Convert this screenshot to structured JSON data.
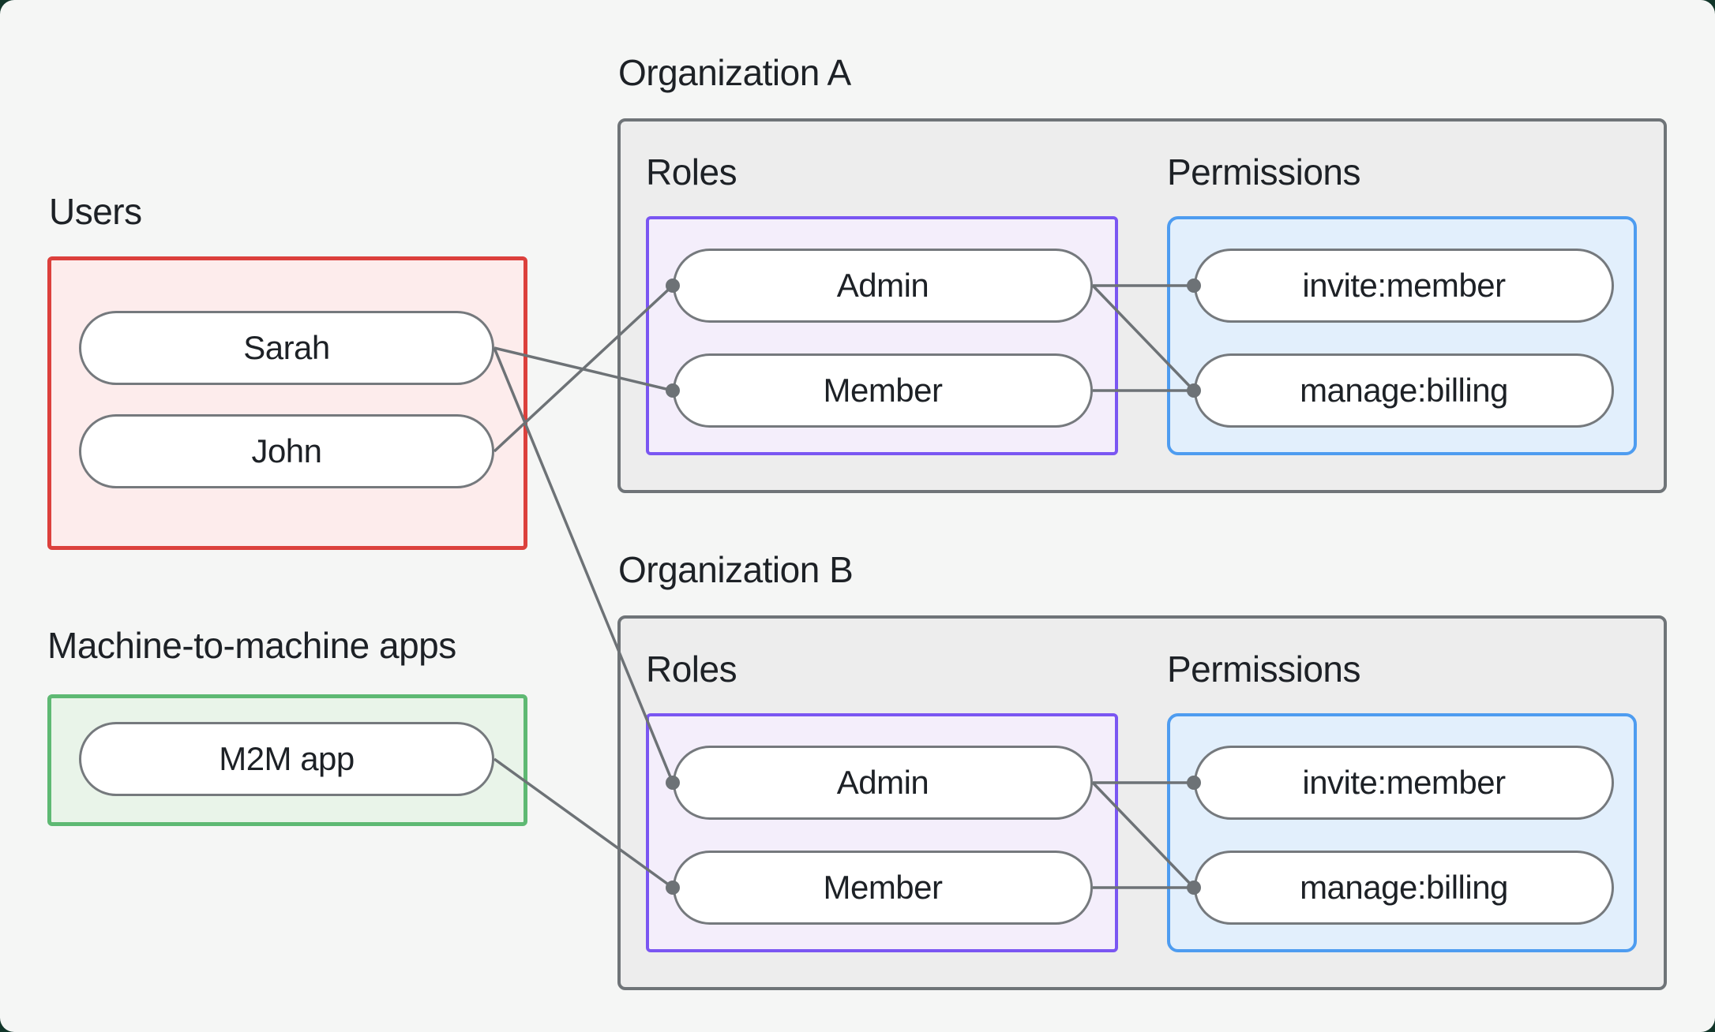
{
  "diagram": {
    "users": {
      "label": "Users",
      "items": [
        {
          "name": "Sarah"
        },
        {
          "name": "John"
        }
      ]
    },
    "m2m": {
      "label": "Machine-to-machine apps",
      "items": [
        {
          "name": "M2M app"
        }
      ]
    },
    "organizations": [
      {
        "label": "Organization A",
        "roles_label": "Roles",
        "permissions_label": "Permissions",
        "roles": [
          {
            "name": "Admin"
          },
          {
            "name": "Member"
          }
        ],
        "permissions": [
          {
            "name": "invite:member"
          },
          {
            "name": "manage:billing"
          }
        ]
      },
      {
        "label": "Organization B",
        "roles_label": "Roles",
        "permissions_label": "Permissions",
        "roles": [
          {
            "name": "Admin"
          },
          {
            "name": "Member"
          }
        ],
        "permissions": [
          {
            "name": "invite:member"
          },
          {
            "name": "manage:billing"
          }
        ]
      }
    ],
    "edges": [
      {
        "from": "Sarah",
        "to": "Organization A / Member"
      },
      {
        "from": "John",
        "to": "Organization A / Admin"
      },
      {
        "from": "Sarah",
        "to": "Organization B / Admin"
      },
      {
        "from": "M2M app",
        "to": "Organization B / Member"
      },
      {
        "from": "Organization A / Admin",
        "to": "Organization A / invite:member"
      },
      {
        "from": "Organization A / Admin",
        "to": "Organization A / manage:billing"
      },
      {
        "from": "Organization A / Member",
        "to": "Organization A / manage:billing"
      },
      {
        "from": "Organization B / Admin",
        "to": "Organization B / invite:member"
      },
      {
        "from": "Organization B / Admin",
        "to": "Organization B / manage:billing"
      },
      {
        "from": "Organization B / Member",
        "to": "Organization B / manage:billing"
      }
    ],
    "colors": {
      "page_frame": "#12362a",
      "canvas": "#f5f6f5",
      "users_border": "#dc403c",
      "users_fill": "#fdecec",
      "m2m_border": "#5eb973",
      "m2m_fill": "#e9f4e9",
      "org_border": "#6f7478",
      "org_fill": "#ededed",
      "roles_border": "#7a56f2",
      "roles_fill": "#f4eefb",
      "permissions_border": "#4e9cf0",
      "permissions_fill": "#e2effc",
      "node_border": "#75797d",
      "node_fill": "#ffffff",
      "edge": "#6d7276",
      "text": "#1d2126"
    }
  }
}
